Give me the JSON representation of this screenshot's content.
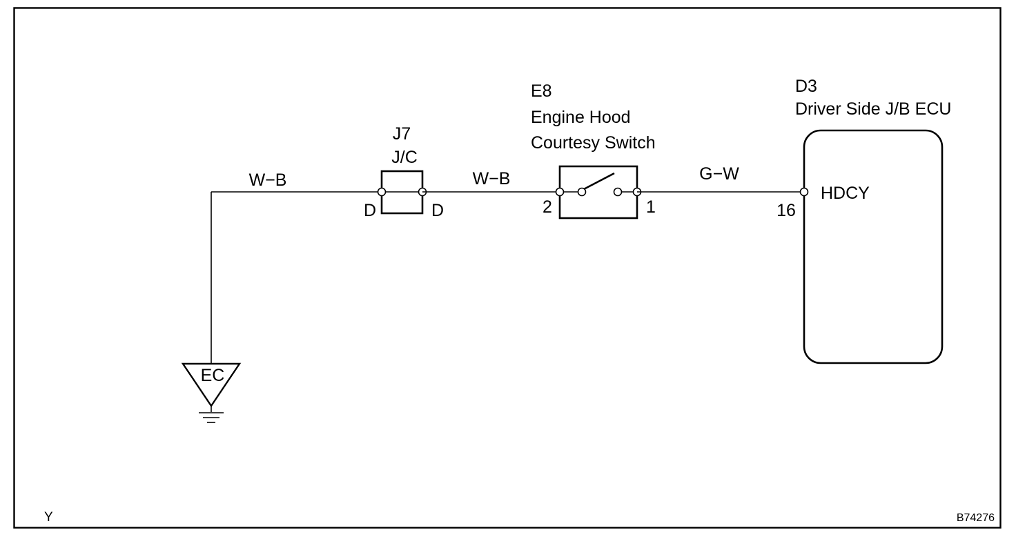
{
  "ground": {
    "label": "EC"
  },
  "junction": {
    "id": "J7",
    "name": "J/C",
    "pin_left": "D",
    "pin_right": "D"
  },
  "switch": {
    "id": "E8",
    "name_line1": "Engine Hood",
    "name_line2": "Courtesy Switch",
    "pin_left": "2",
    "pin_right": "1"
  },
  "ecu": {
    "id": "D3",
    "name": "Driver Side J/B ECU",
    "pin": "16",
    "signal": "HDCY"
  },
  "wires": {
    "ground_to_jc": "W−B",
    "jc_to_switch": "W−B",
    "switch_to_ecu": "G−W"
  },
  "footer": {
    "left_code": "Y",
    "right_code": "B74276"
  }
}
